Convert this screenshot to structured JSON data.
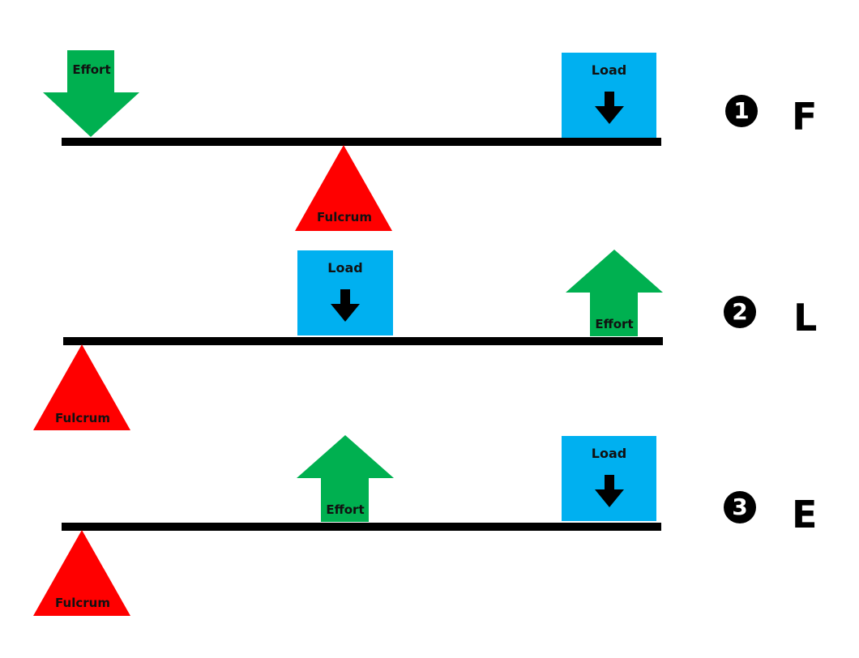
{
  "levers": [
    {
      "number": "1",
      "letter": "F",
      "effort_label": "Effort",
      "load_label": "Load",
      "fulcrum_label": "Fulcrum"
    },
    {
      "number": "2",
      "letter": "L",
      "effort_label": "Effort",
      "load_label": "Load",
      "fulcrum_label": "Fulcrum"
    },
    {
      "number": "3",
      "letter": "E",
      "effort_label": "Effort",
      "load_label": "Load",
      "fulcrum_label": "Fulcrum"
    }
  ],
  "colors": {
    "effort": "#00b050",
    "load": "#00b0f0",
    "fulcrum": "#ff0000",
    "beam": "#000000"
  }
}
